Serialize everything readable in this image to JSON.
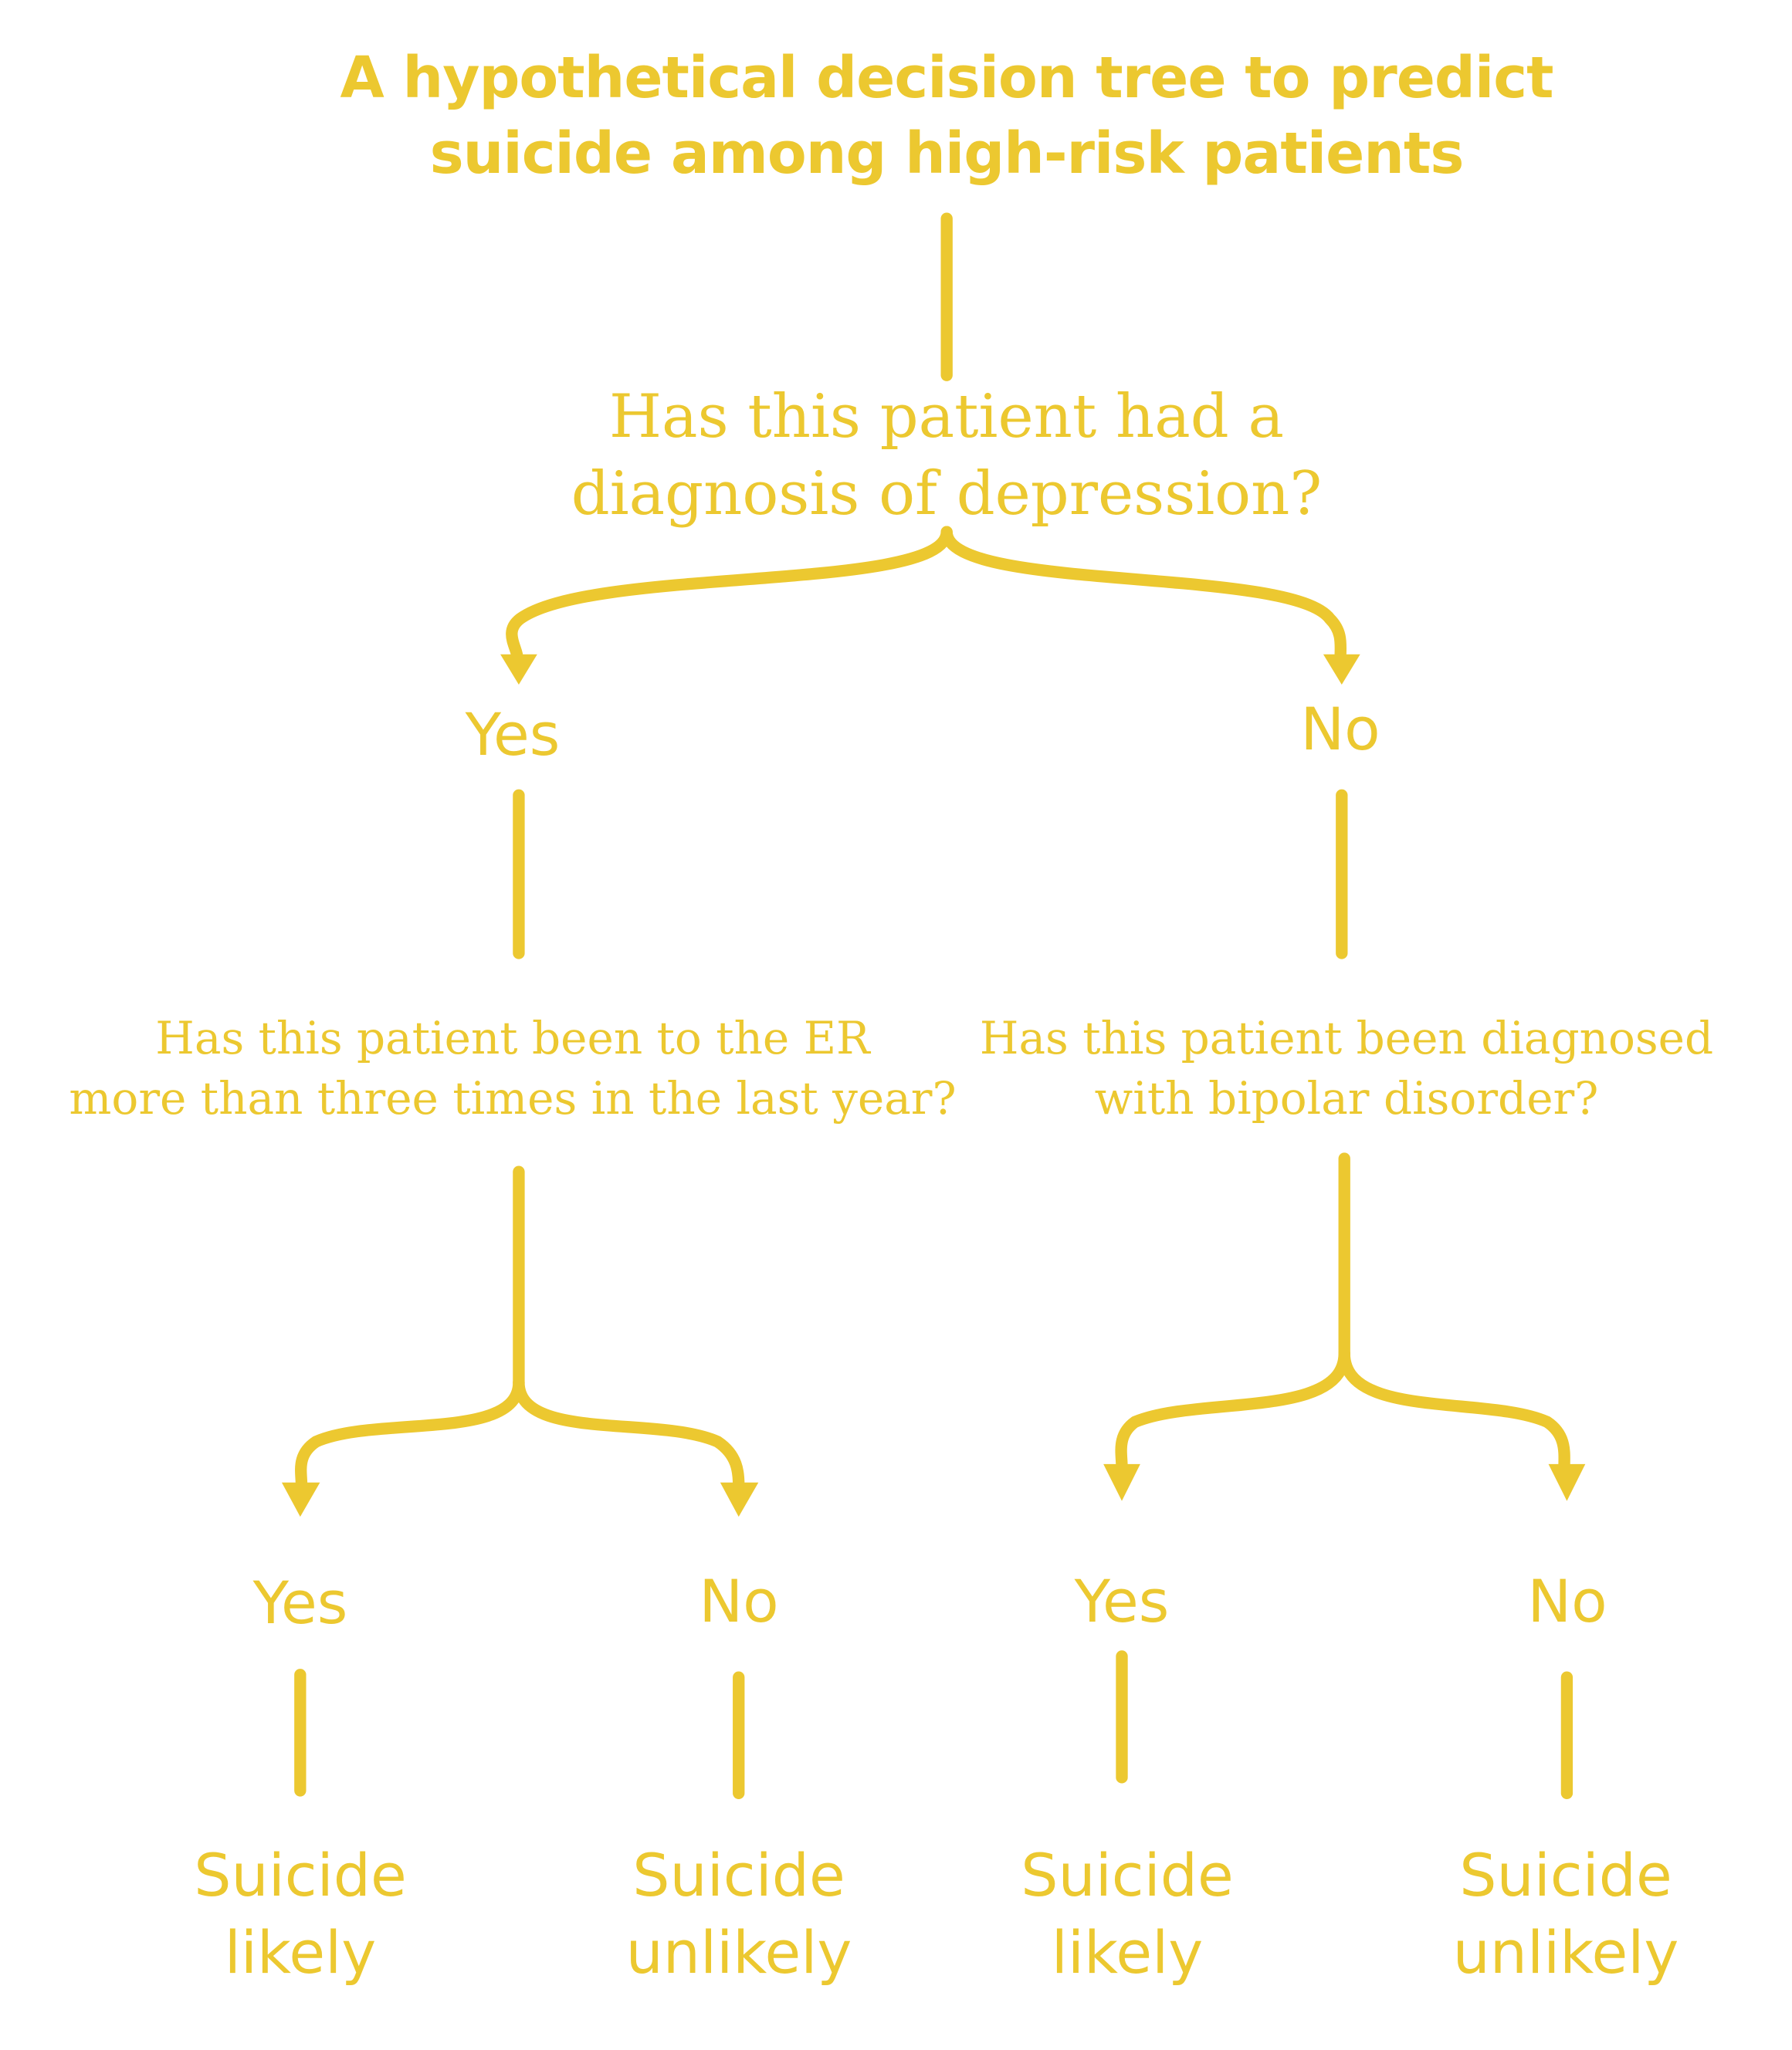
{
  "title": {
    "line1": "A hypothetical decision tree to predict",
    "line2": "suicide among high-risk patients"
  },
  "root_question": {
    "line1": "Has this patient had a",
    "line2": "diagnosis of depression?"
  },
  "level1": {
    "yes_label": "Yes",
    "no_label": "No"
  },
  "left_question": {
    "line1": "Has this patient been to the ER",
    "line2": "more than three times in the last year?"
  },
  "right_question": {
    "line1": "Has this patient been diagnosed",
    "line2": "with bipolar disorder?"
  },
  "left_branch": {
    "yes_label": "Yes",
    "no_label": "No",
    "yes_outcome": {
      "line1": "Suicide",
      "line2": "likely"
    },
    "no_outcome": {
      "line1": "Suicide",
      "line2": "unlikely"
    }
  },
  "right_branch": {
    "yes_label": "Yes",
    "no_label": "No",
    "yes_outcome": {
      "line1": "Suicide",
      "line2": "likely"
    },
    "no_outcome": {
      "line1": "Suicide",
      "line2": "unlikely"
    }
  },
  "colors": {
    "accent": "#ecc830"
  }
}
